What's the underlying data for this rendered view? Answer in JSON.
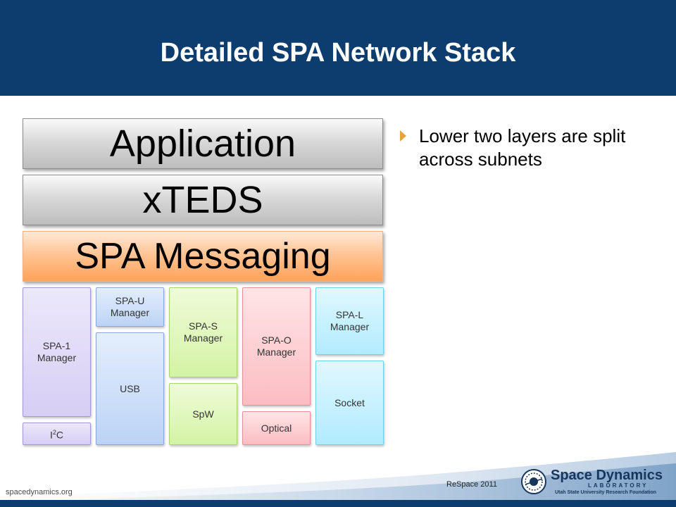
{
  "slide": {
    "title": "Detailed SPA Network Stack"
  },
  "stack": {
    "layers": [
      "Application",
      "xTEDS",
      "SPA Messaging"
    ],
    "subnets": {
      "spa1_manager": "SPA-1\nManager",
      "i2c_base": "I",
      "i2c_sup": "2",
      "i2c_tail": "C",
      "spau_manager": "SPA-U\nManager",
      "usb": "USB",
      "spas_manager": "SPA-S\nManager",
      "spw": "SpW",
      "spao_manager": "SPA-O\nManager",
      "optical": "Optical",
      "spal_manager": "SPA-L\nManager",
      "socket": "Socket"
    }
  },
  "bullets": [
    "Lower two layers are split across subnets"
  ],
  "footer": {
    "url": "spacedynamics.org",
    "conference": "ReSpace 2011",
    "logo_line1": "Space Dynamics",
    "logo_line2": "LABORATORY",
    "logo_line3": "Utah State University Research Foundation"
  },
  "colors": {
    "header": "#0c3d6e",
    "bullet_arrow": "#e8a33d",
    "messaging": "#ffa25a"
  }
}
